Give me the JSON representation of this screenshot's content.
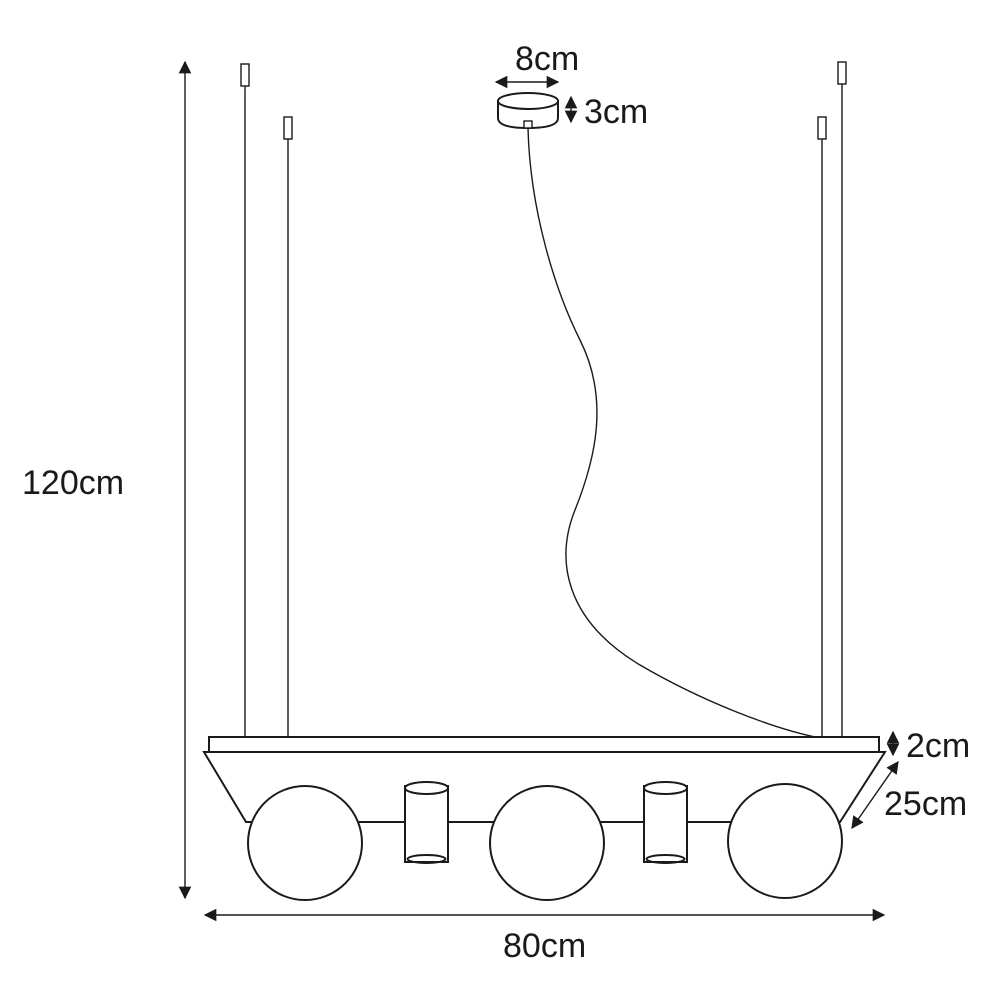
{
  "dimensions": {
    "height_total": "120cm",
    "width": "80cm",
    "canopy_diameter": "8cm",
    "canopy_height": "3cm",
    "bar_thickness": "2cm",
    "depth": "25cm"
  },
  "colors": {
    "line": "#1a1a1a",
    "background": "#ffffff"
  }
}
